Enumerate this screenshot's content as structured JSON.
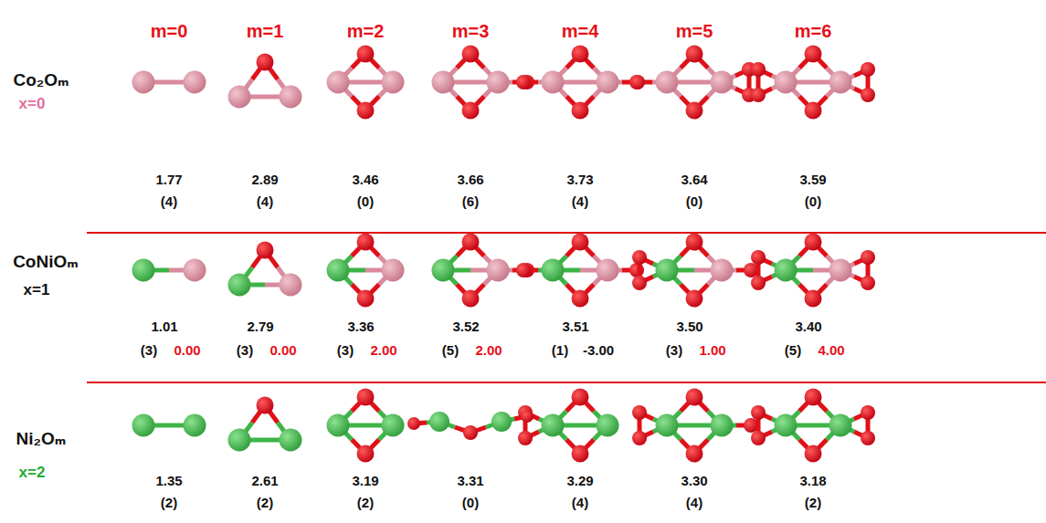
{
  "diagram": {
    "labels": [
      "m=0",
      "m=1",
      "m=2",
      "m=3",
      "m=4",
      "m=5",
      "m=6",
      "Co₂Oₘ",
      "x=0",
      "1.77",
      "(4)",
      "2.89",
      "(4)",
      "3.46",
      "(0)",
      "3.66",
      "(6)",
      "3.73",
      "(4)",
      "3.64",
      "(0)",
      "3.59",
      "(0)",
      "CoNiOₘ",
      "x=1",
      "1.01",
      "(3)",
      "0.00",
      "2.79",
      "(3)",
      "0.00",
      "3.36",
      "(3)",
      "2.00",
      "3.52",
      "(5)",
      "2.00",
      "3.51",
      "(1)",
      "-3.00",
      "3.50",
      "(3)",
      "1.00",
      "3.40",
      "(5)",
      "4.00",
      "Ni₂Oₘ",
      "x=2",
      "1.35",
      "(2)",
      "2.61",
      "(2)",
      "3.19",
      "(2)",
      "3.31",
      "(0)",
      "3.29",
      "(4)",
      "3.30",
      "(4)",
      "3.18",
      "(2)"
    ]
  }
}
